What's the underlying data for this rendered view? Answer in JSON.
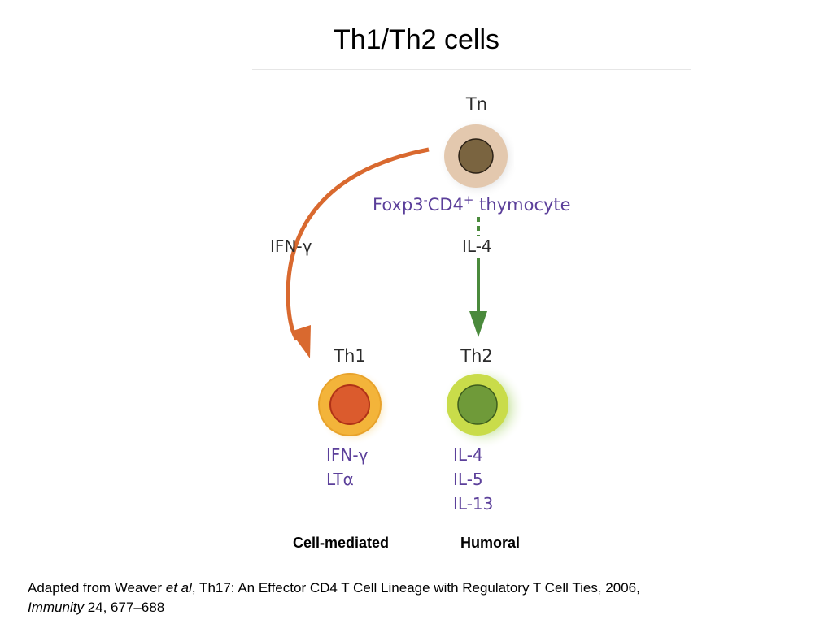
{
  "title": "Th1/Th2 cells",
  "diagram": {
    "tn_label": "Tn",
    "tn_caption_prefix": "Foxp3",
    "tn_caption_sup1": "-",
    "tn_caption_mid": "CD4",
    "tn_caption_sup2": "+",
    "tn_caption_suffix": " thymocyte",
    "left_arrow_label": "IFN-γ",
    "right_arrow_label": "IL-4",
    "th1_label": "Th1",
    "th2_label": "Th2",
    "th1_products": [
      "IFN-γ",
      "LTα"
    ],
    "th2_products": [
      "IL-4",
      "IL-5",
      "IL-13"
    ],
    "colors": {
      "orange_arrow": "#d9692f",
      "green_arrow": "#4a8a3c",
      "purple_text": "#5b3f9a",
      "dark_text": "#2b2b2b",
      "tn_outer": "#e3c8ae",
      "tn_inner": "#7a6440",
      "th1_outer": "#f3b43a",
      "th1_inner": "#db5b2d",
      "th2_outer": "#c9dc4a",
      "th2_inner": "#6f9a39"
    }
  },
  "bottom_labels": {
    "left": "Cell-mediated",
    "right": "Humoral"
  },
  "citation": {
    "part1": "Adapted from Weaver ",
    "etal": "et al",
    "part2": ", Th17: An Effector CD4 T Cell Lineage with Regulatory T Cell Ties, 2006,",
    "journal": "Immunity",
    "part3": " 24, 677–688"
  }
}
